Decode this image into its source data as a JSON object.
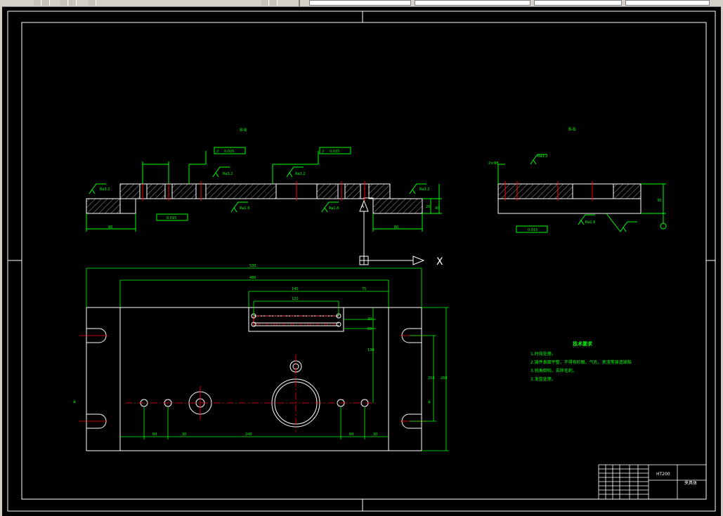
{
  "toolbar": {
    "items": [
      "",
      "",
      "",
      "",
      ""
    ]
  },
  "drawing": {
    "section_left_label": "B-B",
    "section_right_label": "B-B",
    "dim_width_total": "530",
    "dim_width_inner": "480",
    "dim_slot_len": "140",
    "dim_slot_inner": "120",
    "dim_side": "75",
    "dim_bottom_center": "240",
    "dim_bottom_left": "60",
    "dim_bottom_right": "60",
    "dim_bottom_l2": "30",
    "dim_bottom_r2": "30",
    "dim_height_total": "260",
    "dim_height_inner": "210",
    "dim_right_a": "60",
    "dim_right_b": "30",
    "dim_right_c": "130",
    "tol_1": "0.025",
    "tol_2": "0.025",
    "tol_3": "0.015",
    "tol_4": "0.015",
    "rough_1": "Ra3.2",
    "rough_2": "Ra3.2",
    "rough_3": "Ra1.6",
    "rough_4": "Ra1.6",
    "rough_5": "Ra3.2",
    "rough_6": "Ra3.2",
    "rough_7": "Ra3.2",
    "rough_8": "Ra1.6",
    "dim_left_sec": "80",
    "dim_right_sec": "80",
    "dim_sec_h1": "40",
    "dim_sec_h2": "20",
    "dim_sec_right_h": "30",
    "view_a": "A",
    "axis_x": "X",
    "notes_title": "技术要求",
    "notes": [
      "1.时效处理。",
      "2.铸件表面平整，不得有砂眼、气孔、夹渣等铸造缺陷",
      "3.锐角倒钝，去除毛刺。",
      "3.发蓝处理。"
    ],
    "title_material": "HT200",
    "title_name": "夹具体"
  },
  "colors": {
    "outline": "#00ff00",
    "border": "#ffffff",
    "center": "#ff0000",
    "dim": "#00ff00",
    "hatch": "#ffffff"
  }
}
